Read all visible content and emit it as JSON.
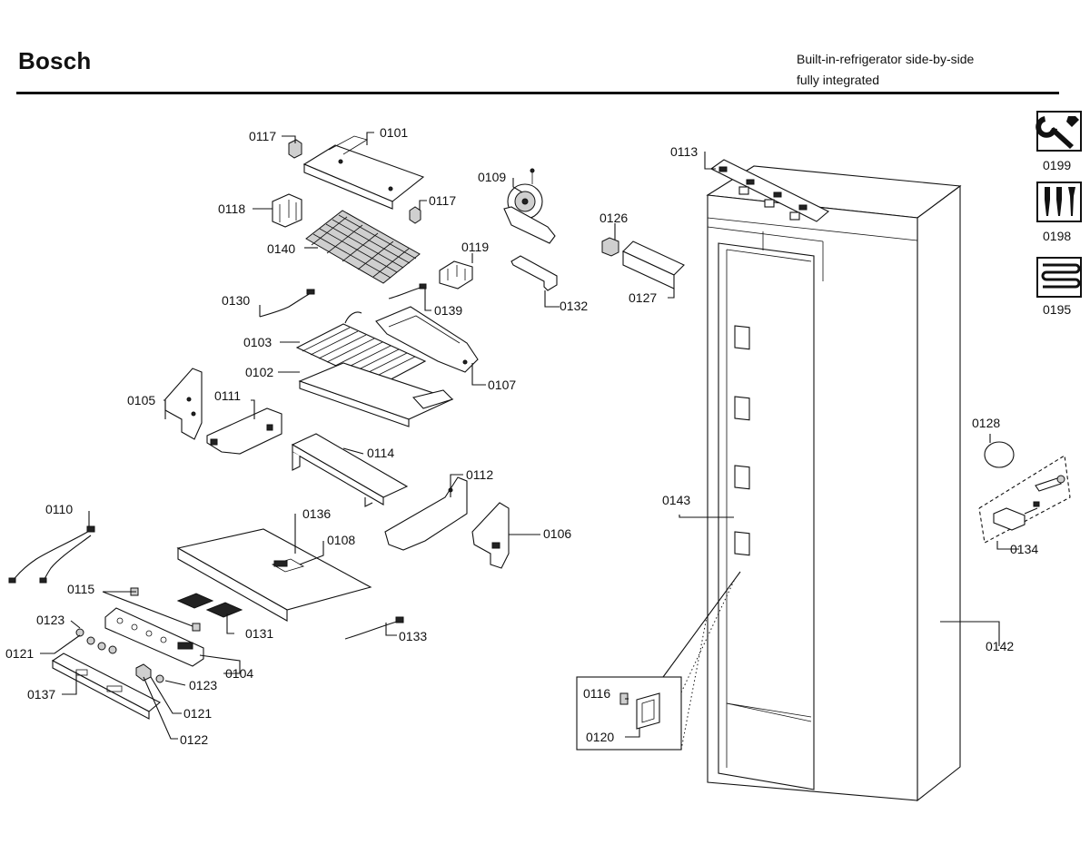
{
  "header": {
    "brand": "Bosch",
    "subtitle_line1": "Built-in-refrigerator side-by-side",
    "subtitle_line2": "fully integrated"
  },
  "icons": {
    "service_manual": {
      "code": "0199",
      "icon": "wrench-document-icon"
    },
    "tools": {
      "code": "0198",
      "icon": "screwdriver-tools-icon"
    },
    "evaporator_set": {
      "code": "0195",
      "icon": "coil-icon"
    }
  },
  "callouts": {
    "p0101": "0101",
    "p0102": "0102",
    "p0103": "0103",
    "p0104": "0104",
    "p0105": "0105",
    "p0106": "0106",
    "p0107": "0107",
    "p0108": "0108",
    "p0109": "0109",
    "p0110": "0110",
    "p0111": "0111",
    "p0112": "0112",
    "p0113": "0113",
    "p0114": "0114",
    "p0115": "0115",
    "p0116": "0116",
    "p0117a": "0117",
    "p0117b": "0117",
    "p0118": "0118",
    "p0119": "0119",
    "p0120": "0120",
    "p0121a": "0121",
    "p0121b": "0121",
    "p0122": "0122",
    "p0123a": "0123",
    "p0123b": "0123",
    "p0126": "0126",
    "p0127": "0127",
    "p0128": "0128",
    "p0130": "0130",
    "p0131": "0131",
    "p0132": "0132",
    "p0133": "0133",
    "p0134": "0134",
    "p0136": "0136",
    "p0137": "0137",
    "p0139": "0139",
    "p0140": "0140",
    "p0142": "0142",
    "p0143": "0143"
  }
}
